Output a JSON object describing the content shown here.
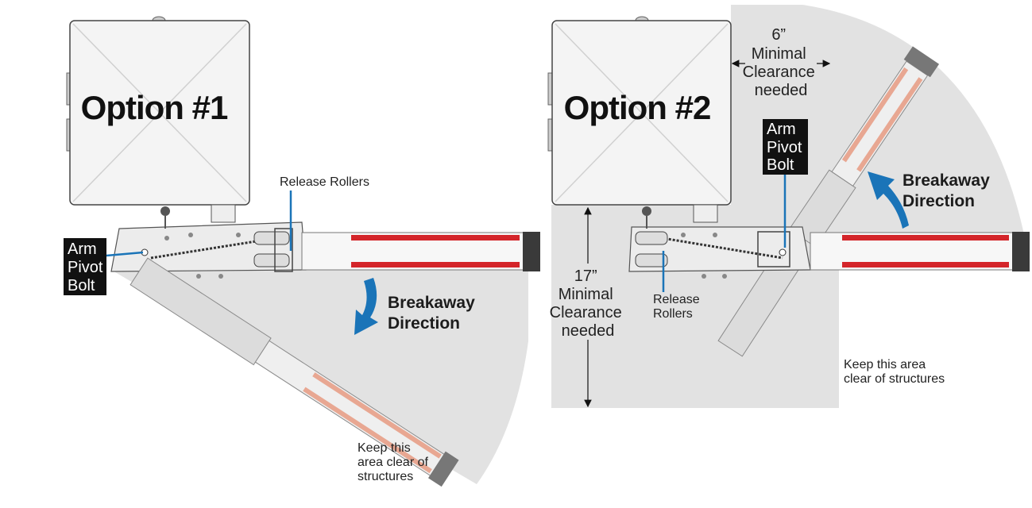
{
  "colors": {
    "clearance_area": "#e2e2e2",
    "arm_stripe_red": "#d4252a",
    "arm_stripe_faded": "#e8a792",
    "arm_end_cap": "#3a3a3a",
    "direction_arrow": "#1a74b8",
    "label_box": "#111111",
    "enclosure": "#f4f4f4"
  },
  "option1": {
    "title": "Option #1",
    "release_rollers": "Release Rollers",
    "arm_pivot_bolt": [
      "Arm",
      "Pivot",
      "Bolt"
    ],
    "breakaway": [
      "Breakaway",
      "Direction"
    ],
    "keep_clear": [
      "Keep this",
      "area clear of",
      "structures"
    ]
  },
  "option2": {
    "title": "Option #2",
    "side_clearance": [
      "6”",
      "Minimal",
      "Clearance",
      "needed"
    ],
    "bottom_clearance": [
      "17”",
      "Minimal",
      "Clearance",
      "needed"
    ],
    "arm_pivot_bolt": [
      "Arm",
      "Pivot",
      "Bolt"
    ],
    "release_rollers": [
      "Release",
      "Rollers"
    ],
    "breakaway": [
      "Breakaway",
      "Direction"
    ],
    "keep_clear": [
      "Keep this area",
      "clear of structures"
    ]
  }
}
